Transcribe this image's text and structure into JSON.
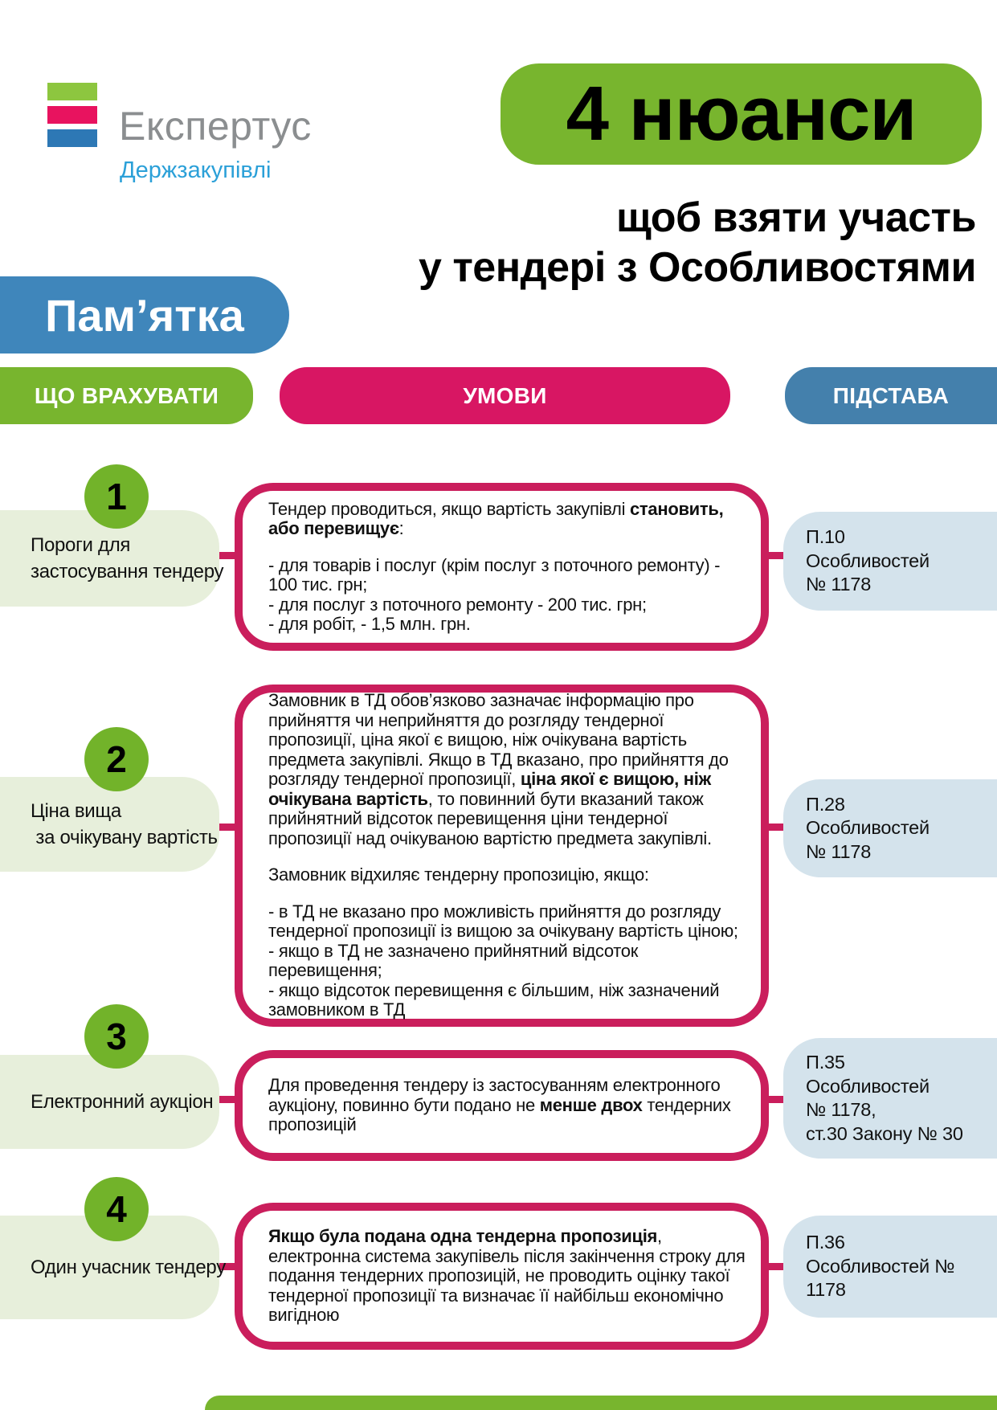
{
  "logo": {
    "brand": "Експертус",
    "product": "Держзакупівлі",
    "bar_colors": [
      "#8dc63f",
      "#e8135f",
      "#2d78b5"
    ]
  },
  "header": {
    "badge": "Пам’ятка",
    "title": "4 нюанси",
    "subtitle_lines": [
      "щоб взяти участь",
      "у тендері з Особливостями"
    ]
  },
  "columns": {
    "what": "ЩО ВРАХУВАТИ",
    "conditions": "УМОВИ",
    "basis": "ПІДСТАВА"
  },
  "items": [
    {
      "number": "1",
      "label": "Пороги для\nзастосування тендеру",
      "condition": [
        {
          "gap": false,
          "segments": [
            {
              "text": "Тендер проводиться, якщо вартість закупівлі "
            },
            {
              "text": "становить, або перевищує",
              "bold": true
            },
            {
              "text": ":"
            }
          ]
        },
        {
          "gap": true,
          "segments": [
            {
              "text": "- для товарів і послуг (крім послуг з поточного ремонту) - 100 тис. грн;"
            }
          ]
        },
        {
          "gap": false,
          "segments": [
            {
              "text": "- для послуг з поточного ремонту - 200 тис. грн;"
            }
          ]
        },
        {
          "gap": false,
          "segments": [
            {
              "text": "- для робіт, - 1,5 млн. грн."
            }
          ]
        }
      ],
      "basis": "П.10\nОсобливостей\n№ 1178"
    },
    {
      "number": "2",
      "label": "Ціна вища\n за очікувану вартість",
      "condition": [
        {
          "gap": false,
          "segments": [
            {
              "text": "Замовник в ТД обов’язково зазначає інформацію про прийняття чи неприйняття до розгляду тендерної пропозиції, ціна якої є вищою, ніж очікувана вартість предмета закупівлі. Якщо в ТД вказано, про прийняття до розгляду тендерної пропозиції, "
            },
            {
              "text": "ціна якої є вищою, ніж очікувана вартість",
              "bold": true
            },
            {
              "text": ", то повинний бути вказаний також прийнятний відсоток перевищення ціни тендерної пропозиції над очікуваною вартістю предмета закупівлі."
            }
          ]
        },
        {
          "gap": true,
          "segments": [
            {
              "text": "Замовник відхиляє тендерну пропозицію, якщо:"
            }
          ]
        },
        {
          "gap": true,
          "segments": [
            {
              "text": "- в ТД не вказано про можливість прийняття до розгляду тендерної пропозиції із вищою за очікувану вартість ціною;"
            }
          ]
        },
        {
          "gap": false,
          "segments": [
            {
              "text": "- якщо в ТД не зазначено прийнятний відсоток перевищення;"
            }
          ]
        },
        {
          "gap": false,
          "segments": [
            {
              "text": "- якщо відсоток перевищення є більшим, ніж зазначений замовником в ТД"
            }
          ]
        }
      ],
      "basis": "П.28\nОсобливостей\n№ 1178"
    },
    {
      "number": "3",
      "label": "Електронний аукціон",
      "condition": [
        {
          "gap": false,
          "segments": [
            {
              "text": "Для проведення тендеру із застосуванням електронного аукціону, повинно бути подано не "
            },
            {
              "text": "менше двох",
              "bold": true
            },
            {
              "text": " тендерних пропозицій"
            }
          ]
        }
      ],
      "basis": "П.35\nОсобливостей\n№ 1178,\nст.30 Закону № 30"
    },
    {
      "number": "4",
      "label": "Один учасник тендеру",
      "condition": [
        {
          "gap": false,
          "segments": [
            {
              "text": "Якщо була подана одна тендерна пропозиція",
              "bold": true
            },
            {
              "text": ", електронна система закупівель після закінчення строку для подання тендерних пропозицій, не проводить оцінку такої тендерної пропозиції та визначає її найбільш економічно вигідною"
            }
          ]
        }
      ],
      "basis": "П.36\nОсобливостей №\n1178"
    }
  ],
  "colors": {
    "green": "#78b52e",
    "light_green": "#e7efdb",
    "pink": "#d81663",
    "pink_border": "#ca1e5c",
    "blue_header": "#4480ac",
    "badge_blue": "#3f86bb",
    "light_blue": "#d4e3ec"
  }
}
